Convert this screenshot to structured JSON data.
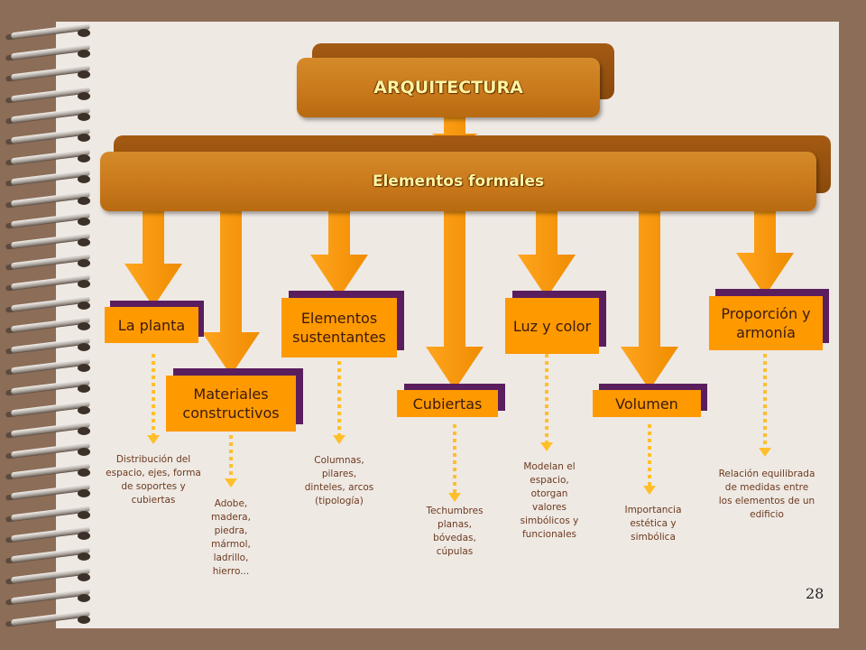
{
  "diagram": {
    "top": "ARQUITECTURA",
    "middle": "Elementos formales",
    "categories": [
      {
        "label": "La planta",
        "description": "Distribución del espacio, ejes, forma de soportes y cubiertas"
      },
      {
        "label": "Materiales constructivos",
        "description": "Adobe, madera, piedra, mármol, ladrillo, hierro..."
      },
      {
        "label": "Elementos sustentantes",
        "description": "Columnas, pilares, dinteles, arcos (tipología)"
      },
      {
        "label": "Cubiertas",
        "description": "Techumbres planas, bóvedas, cúpulas"
      },
      {
        "label": "Luz y color",
        "description": "Modelan el espacio, otorgan valores simbólicos y funcionales"
      },
      {
        "label": "Volumen",
        "description": "Importancia estética y simbólica"
      },
      {
        "label": "Proporción y armonía",
        "description": "Relación equilibrada de medidas entre los elementos de un edificio"
      }
    ]
  },
  "page_number": "28",
  "colors": {
    "header_bar": "#c8781a",
    "header_text": "#fff3a0",
    "box_fill": "#ff9900",
    "box_shadow": "#5a1e5e",
    "arrow": "#ff9900",
    "description_text": "#6b3a1e",
    "background": "#8c6d57",
    "paper": "#efe9e4"
  }
}
